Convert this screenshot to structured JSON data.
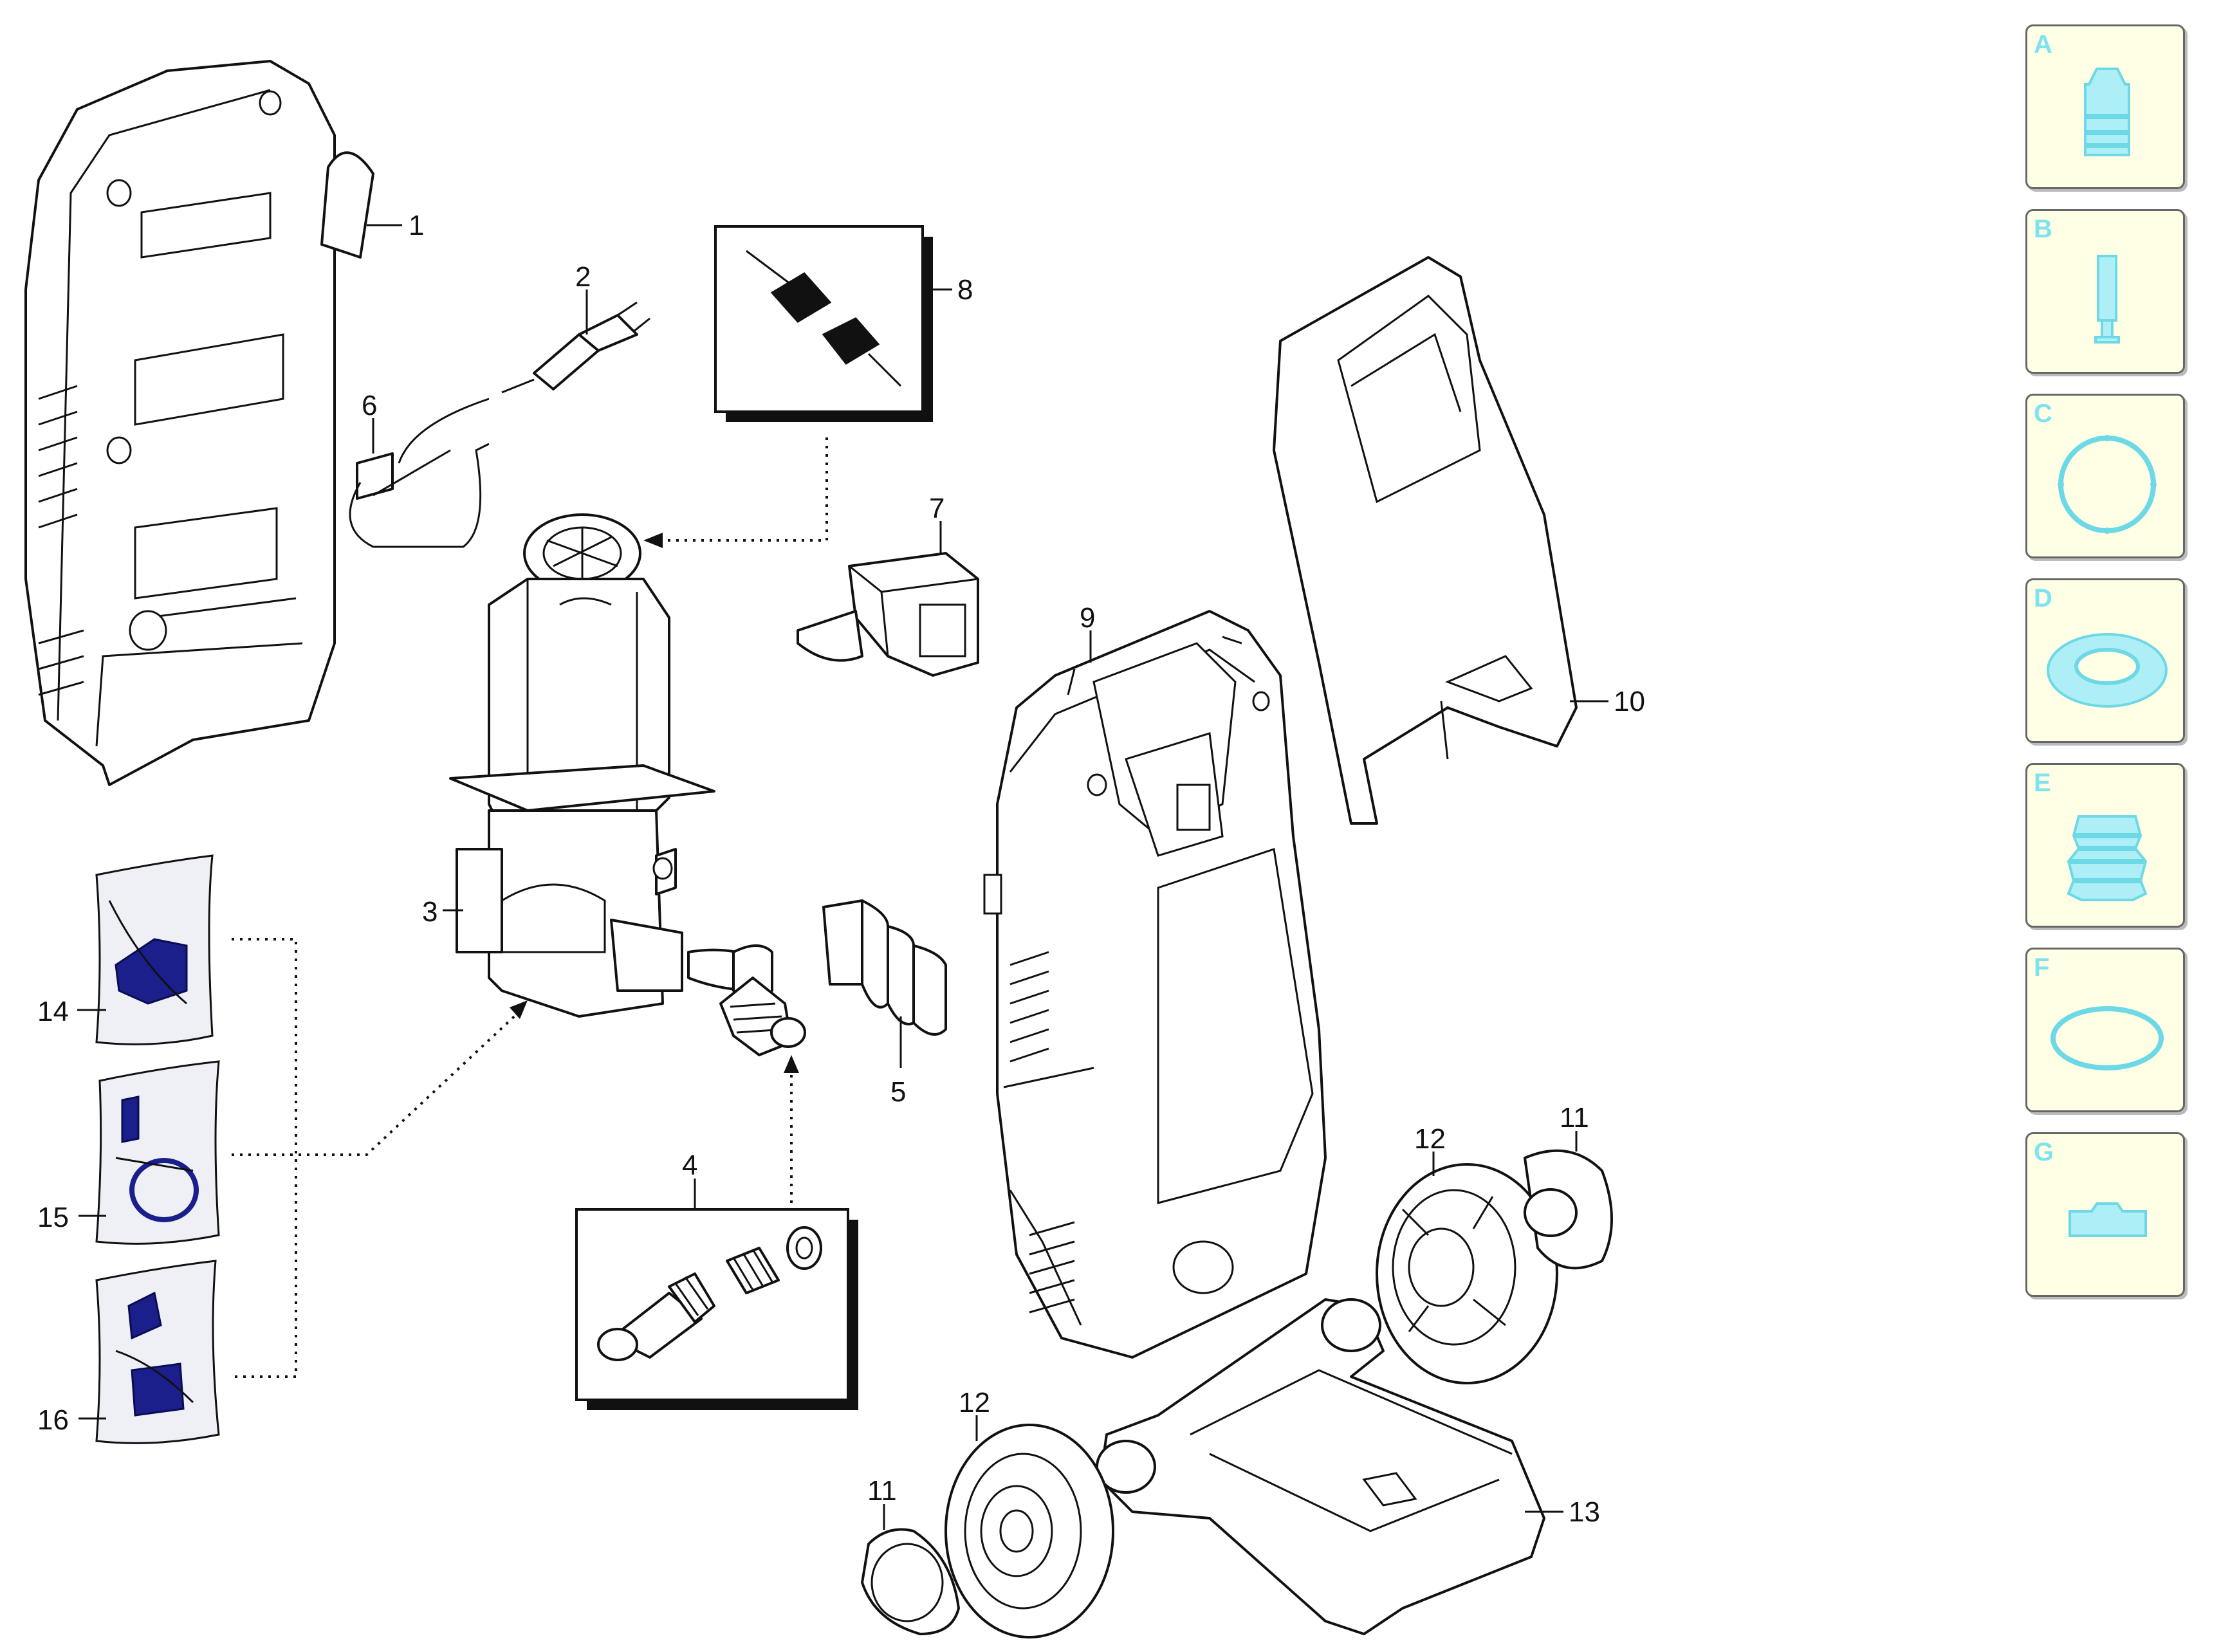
{
  "callouts": {
    "c1": "1",
    "c2": "2",
    "c3": "3",
    "c4": "4",
    "c5": "5",
    "c6": "6",
    "c7": "7",
    "c8": "8",
    "c9": "9",
    "c10": "10",
    "c11a": "11",
    "c11b": "11",
    "c12a": "12",
    "c12b": "12",
    "c13": "13",
    "c14": "14",
    "c15": "15",
    "c16": "16"
  },
  "legend": [
    {
      "letter": "A",
      "icon": "filter-cap-icon"
    },
    {
      "letter": "B",
      "icon": "pin-icon"
    },
    {
      "letter": "C",
      "icon": "seal-ring-icon"
    },
    {
      "letter": "D",
      "icon": "flat-washer-icon"
    },
    {
      "letter": "E",
      "icon": "bellows-seal-icon"
    },
    {
      "letter": "F",
      "icon": "o-ring-icon"
    },
    {
      "letter": "G",
      "icon": "block-icon"
    }
  ],
  "colors": {
    "legend_icon": "#aeeef6",
    "legend_bg": "#ffffe6",
    "kit_icon": "#1a1f8c"
  }
}
